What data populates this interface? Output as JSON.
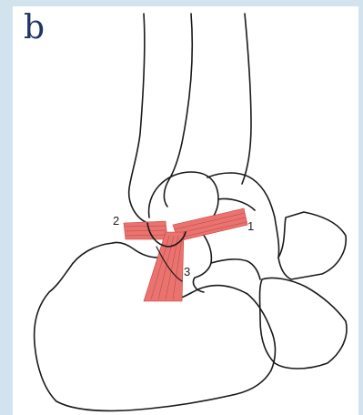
{
  "panel_label": "b",
  "labels": {
    "one": "1",
    "two": "2",
    "three": "3"
  },
  "colors": {
    "frame": "#d3e3ee",
    "letter": "#1f3563",
    "ligament": "#e8736f",
    "outline": "#1a1a1a"
  }
}
